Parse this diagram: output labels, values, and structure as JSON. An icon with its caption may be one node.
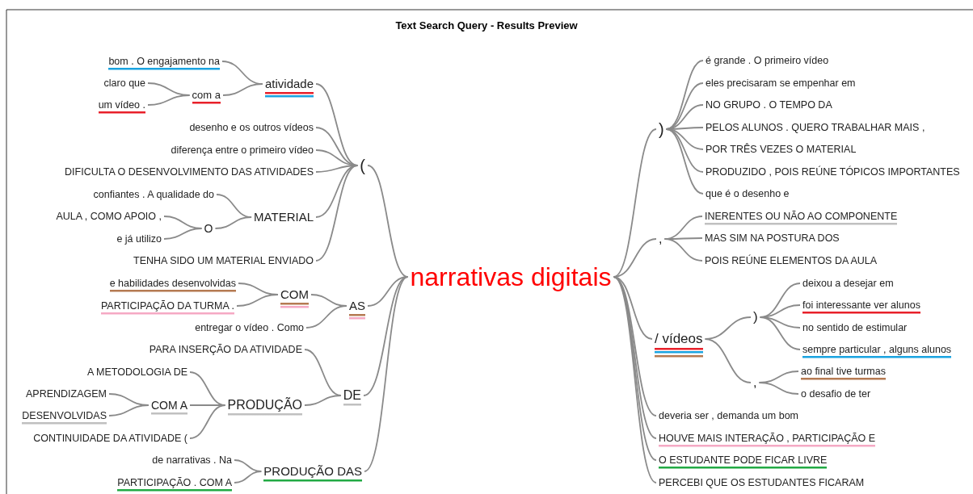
{
  "diagram": {
    "title": "Text Search Query - Results Preview",
    "nodes": [
      {
        "text": [
          "narrativas digitais"
        ]
      },
      {
        "text": [
          "("
        ]
      },
      {
        "text": [
          "atividade"
        ]
      },
      {
        "text": [
          "bom . O engajamento na"
        ]
      },
      {
        "text": [
          "com a"
        ]
      },
      {
        "text": [
          "claro que"
        ]
      },
      {
        "text": [
          "um vídeo ."
        ]
      },
      {
        "text": [
          "desenho e os outros vídeos"
        ]
      },
      {
        "text": [
          "diferença entre o primeiro vídeo"
        ]
      },
      {
        "text": [
          "DIFICULTA O DESENVOLVIMENTO DAS ATIVIDADES"
        ]
      },
      {
        "text": [
          "MATERIAL"
        ]
      },
      {
        "text": [
          "confiantes . A qualidade do"
        ]
      },
      {
        "text": [
          "O"
        ]
      },
      {
        "text": [
          "AULA , COMO APOIO ,"
        ]
      },
      {
        "text": [
          "e já utilizo"
        ]
      },
      {
        "text": [
          "TENHA SIDO UM MATERIAL ENVIADO"
        ]
      },
      {
        "text": [
          "AS"
        ]
      },
      {
        "text": [
          "COM"
        ]
      },
      {
        "text": [
          "e habilidades desenvolvidas"
        ]
      },
      {
        "text": [
          "PARTICIPAÇÃO DA TURMA ."
        ]
      },
      {
        "text": [
          "entregar o vídeo . Como"
        ]
      },
      {
        "text": [
          "DE"
        ]
      },
      {
        "text": [
          "PARA INSERÇÃO DA ATIVIDADE"
        ]
      },
      {
        "text": [
          "PRODUÇÃO"
        ]
      },
      {
        "text": [
          "A METODOLOGIA DE"
        ]
      },
      {
        "text": [
          "COM A"
        ]
      },
      {
        "text": [
          "APRENDIZAGEM"
        ]
      },
      {
        "text": [
          "DESENVOLVIDAS"
        ]
      },
      {
        "text": [
          "CONTINUIDADE DA ATIVIDADE ("
        ]
      },
      {
        "text": [
          "PRODUÇÃO DAS"
        ]
      },
      {
        "text": [
          "de narrativas . Na"
        ]
      },
      {
        "text": [
          "PARTICIPAÇÃO . COM A"
        ]
      },
      {
        "text": [
          ")"
        ]
      },
      {
        "text": [
          "é grande . O primeiro vídeo"
        ]
      },
      {
        "text": [
          "eles precisaram se empenhar em"
        ]
      },
      {
        "text": [
          "NO GRUPO . O TEMPO DA"
        ]
      },
      {
        "text": [
          "PELOS ALUNOS . QUERO TRABALHAR MAIS ,"
        ]
      },
      {
        "text": [
          "POR TRÊS VEZES O MATERIAL"
        ]
      },
      {
        "text": [
          "PRODUZIDO , POIS REÚNE TÓPICOS IMPORTANTES"
        ]
      },
      {
        "text": [
          "que é o desenho e"
        ]
      },
      {
        "text": [
          ","
        ]
      },
      {
        "text": [
          "INERENTES OU NÃO AO COMPONENTE"
        ]
      },
      {
        "text": [
          "MAS SIM NA POSTURA DOS"
        ]
      },
      {
        "text": [
          "POIS REÚNE ELEMENTOS DA AULA"
        ]
      },
      {
        "text": [
          "/ vídeos"
        ]
      },
      {
        "text": [
          ")"
        ]
      },
      {
        "text": [
          "deixou a desejar em"
        ]
      },
      {
        "text": [
          "foi interessante ver alunos"
        ]
      },
      {
        "text": [
          "no sentido de estimular"
        ]
      },
      {
        "text": [
          "sempre particular , alguns alunos"
        ]
      },
      {
        "text": [
          ","
        ]
      },
      {
        "text": [
          "ao final tive turmas"
        ]
      },
      {
        "text": [
          "o desafio de ter"
        ]
      },
      {
        "text": [
          "deveria ser , demanda um bom"
        ]
      },
      {
        "text": [
          "HOUVE MAIS INTERAÇÃO , PARTICIPAÇÃO E"
        ]
      },
      {
        "text": [
          "O ESTUDANTE PODE FICAR LIVRE"
        ]
      },
      {
        "text": [
          "PERCEBI QUE OS ESTUDANTES FICARAM"
        ]
      }
    ],
    "edges": [
      {
        "from": 0,
        "to": 1,
        "arrow": "none"
      },
      {
        "from": 0,
        "to": 16,
        "arrow": "none"
      },
      {
        "from": 0,
        "to": 21,
        "arrow": "none"
      },
      {
        "from": 0,
        "to": 29,
        "arrow": "none"
      },
      {
        "from": 0,
        "to": 32,
        "arrow": "none"
      },
      {
        "from": 0,
        "to": 40,
        "arrow": "none"
      },
      {
        "from": 0,
        "to": 44,
        "arrow": "none"
      },
      {
        "from": 0,
        "to": 53,
        "arrow": "none"
      },
      {
        "from": 0,
        "to": 54,
        "arrow": "none"
      },
      {
        "from": 0,
        "to": 55,
        "arrow": "none"
      },
      {
        "from": 0,
        "to": 56,
        "arrow": "none"
      },
      {
        "from": 1,
        "to": 2,
        "arrow": "none"
      },
      {
        "from": 1,
        "to": 7,
        "arrow": "none"
      },
      {
        "from": 1,
        "to": 8,
        "arrow": "none"
      },
      {
        "from": 1,
        "to": 9,
        "arrow": "none"
      },
      {
        "from": 1,
        "to": 10,
        "arrow": "none"
      },
      {
        "from": 1,
        "to": 15,
        "arrow": "none"
      },
      {
        "from": 2,
        "to": 3,
        "arrow": "none"
      },
      {
        "from": 2,
        "to": 4,
        "arrow": "none"
      },
      {
        "from": 4,
        "to": 5,
        "arrow": "none"
      },
      {
        "from": 4,
        "to": 6,
        "arrow": "none"
      },
      {
        "from": 10,
        "to": 11,
        "arrow": "none"
      },
      {
        "from": 10,
        "to": 12,
        "arrow": "none"
      },
      {
        "from": 12,
        "to": 13,
        "arrow": "none"
      },
      {
        "from": 12,
        "to": 14,
        "arrow": "none"
      },
      {
        "from": 16,
        "to": 17,
        "arrow": "none"
      },
      {
        "from": 16,
        "to": 20,
        "arrow": "none"
      },
      {
        "from": 17,
        "to": 18,
        "arrow": "none"
      },
      {
        "from": 17,
        "to": 19,
        "arrow": "none"
      },
      {
        "from": 21,
        "to": 22,
        "arrow": "none"
      },
      {
        "from": 21,
        "to": 23,
        "arrow": "none"
      },
      {
        "from": 23,
        "to": 24,
        "arrow": "none"
      },
      {
        "from": 23,
        "to": 25,
        "arrow": "none"
      },
      {
        "from": 23,
        "to": 28,
        "arrow": "none"
      },
      {
        "from": 25,
        "to": 26,
        "arrow": "none"
      },
      {
        "from": 25,
        "to": 27,
        "arrow": "none"
      },
      {
        "from": 29,
        "to": 30,
        "arrow": "none"
      },
      {
        "from": 29,
        "to": 31,
        "arrow": "none"
      },
      {
        "from": 32,
        "to": 33,
        "arrow": "none"
      },
      {
        "from": 32,
        "to": 34,
        "arrow": "none"
      },
      {
        "from": 32,
        "to": 35,
        "arrow": "none"
      },
      {
        "from": 32,
        "to": 36,
        "arrow": "none"
      },
      {
        "from": 32,
        "to": 37,
        "arrow": "none"
      },
      {
        "from": 32,
        "to": 38,
        "arrow": "none"
      },
      {
        "from": 32,
        "to": 39,
        "arrow": "none"
      },
      {
        "from": 40,
        "to": 41,
        "arrow": "none"
      },
      {
        "from": 40,
        "to": 42,
        "arrow": "none"
      },
      {
        "from": 40,
        "to": 43,
        "arrow": "none"
      },
      {
        "from": 44,
        "to": 45,
        "arrow": "none"
      },
      {
        "from": 44,
        "to": 50,
        "arrow": "none"
      },
      {
        "from": 45,
        "to": 46,
        "arrow": "none"
      },
      {
        "from": 45,
        "to": 47,
        "arrow": "none"
      },
      {
        "from": 45,
        "to": 48,
        "arrow": "none"
      },
      {
        "from": 45,
        "to": 49,
        "arrow": "none"
      },
      {
        "from": 50,
        "to": 51,
        "arrow": "none"
      },
      {
        "from": 50,
        "to": 52,
        "arrow": "none"
      }
    ]
  }
}
